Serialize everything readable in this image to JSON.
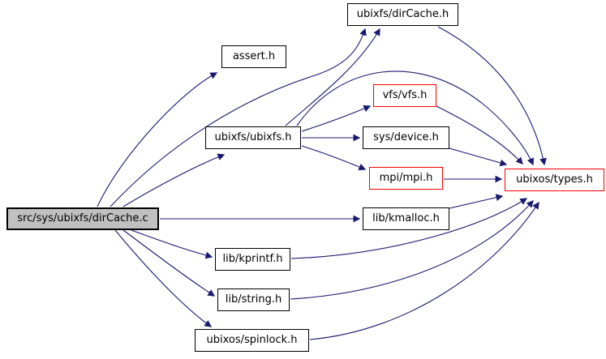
{
  "diagram": {
    "type": "include-dependency-graph",
    "colors": {
      "edge": "#191970",
      "node_border": "#000000",
      "unresolved_node_border": "#ff0000",
      "focus_node_fill": "#c0c0c0",
      "background": "#ffffff",
      "text": "#000000"
    },
    "nodes": [
      {
        "id": "dircache_c",
        "label": "src/sys/ubixfs/dirCache.c",
        "style": "main"
      },
      {
        "id": "dircache_h",
        "label": "ubixfs/dirCache.h",
        "style": "normal"
      },
      {
        "id": "assert",
        "label": "assert.h",
        "style": "normal"
      },
      {
        "id": "vfs",
        "label": "vfs/vfs.h",
        "style": "red"
      },
      {
        "id": "ubixfs",
        "label": "ubixfs/ubixfs.h",
        "style": "normal"
      },
      {
        "id": "device",
        "label": "sys/device.h",
        "style": "normal"
      },
      {
        "id": "mpi",
        "label": "mpi/mpi.h",
        "style": "red"
      },
      {
        "id": "types",
        "label": "ubixos/types.h",
        "style": "red"
      },
      {
        "id": "kmalloc",
        "label": "lib/kmalloc.h",
        "style": "normal"
      },
      {
        "id": "kprintf",
        "label": "lib/kprintf.h",
        "style": "normal"
      },
      {
        "id": "string",
        "label": "lib/string.h",
        "style": "normal"
      },
      {
        "id": "spinlock",
        "label": "ubixos/spinlock.h",
        "style": "normal"
      }
    ],
    "edges": [
      {
        "from": "dircache_c",
        "to": "assert"
      },
      {
        "from": "dircache_c",
        "to": "dircache_h"
      },
      {
        "from": "dircache_c",
        "to": "ubixfs"
      },
      {
        "from": "dircache_c",
        "to": "kmalloc"
      },
      {
        "from": "dircache_c",
        "to": "kprintf"
      },
      {
        "from": "dircache_c",
        "to": "string"
      },
      {
        "from": "dircache_c",
        "to": "spinlock"
      },
      {
        "from": "ubixfs",
        "to": "dircache_h"
      },
      {
        "from": "ubixfs",
        "to": "vfs"
      },
      {
        "from": "ubixfs",
        "to": "device"
      },
      {
        "from": "ubixfs",
        "to": "mpi"
      },
      {
        "from": "ubixfs",
        "to": "types"
      },
      {
        "from": "dircache_h",
        "to": "types"
      },
      {
        "from": "vfs",
        "to": "types"
      },
      {
        "from": "device",
        "to": "types"
      },
      {
        "from": "mpi",
        "to": "types"
      },
      {
        "from": "kmalloc",
        "to": "types"
      },
      {
        "from": "kprintf",
        "to": "types"
      },
      {
        "from": "string",
        "to": "types"
      },
      {
        "from": "spinlock",
        "to": "types"
      }
    ]
  }
}
